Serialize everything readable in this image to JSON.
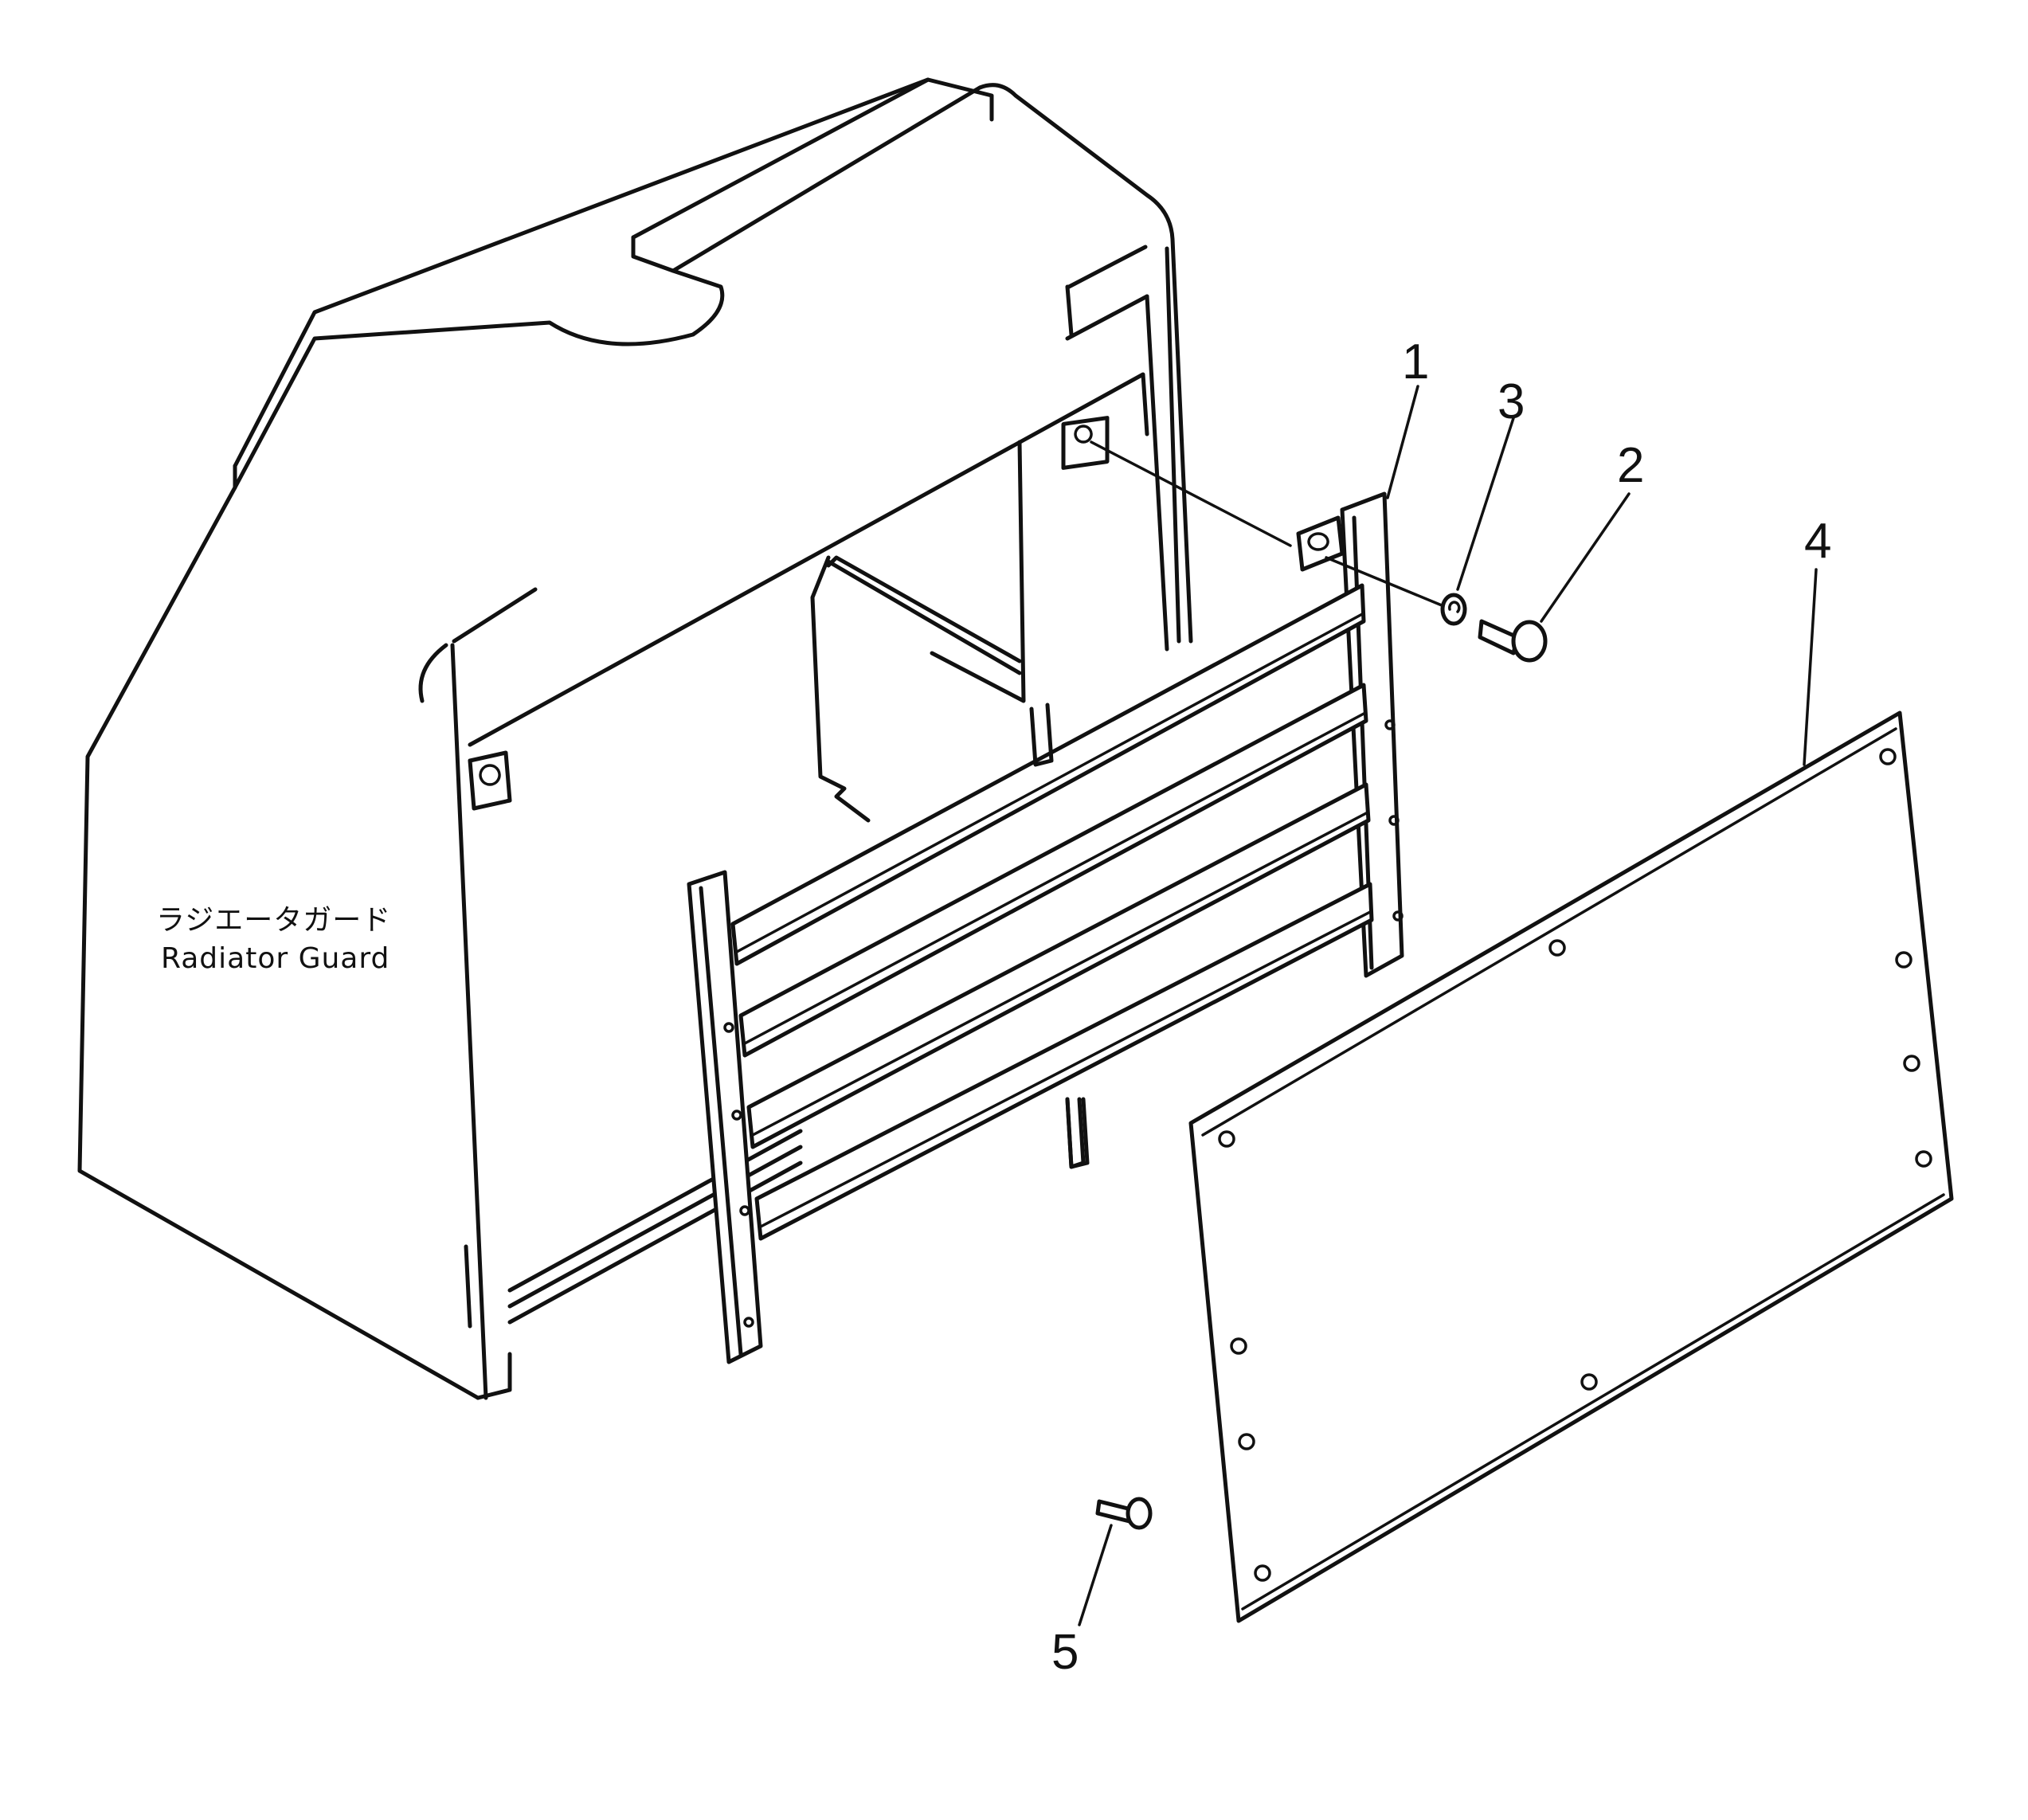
{
  "labels": {
    "jp": "ラジエータガード",
    "en": "Radiator Guard"
  },
  "callouts": [
    "1",
    "2",
    "3",
    "4",
    "5"
  ],
  "icons": [
    "radiator-guard-body",
    "grille-frame",
    "bolt",
    "washer",
    "cover-plate",
    "stud-bolt"
  ]
}
